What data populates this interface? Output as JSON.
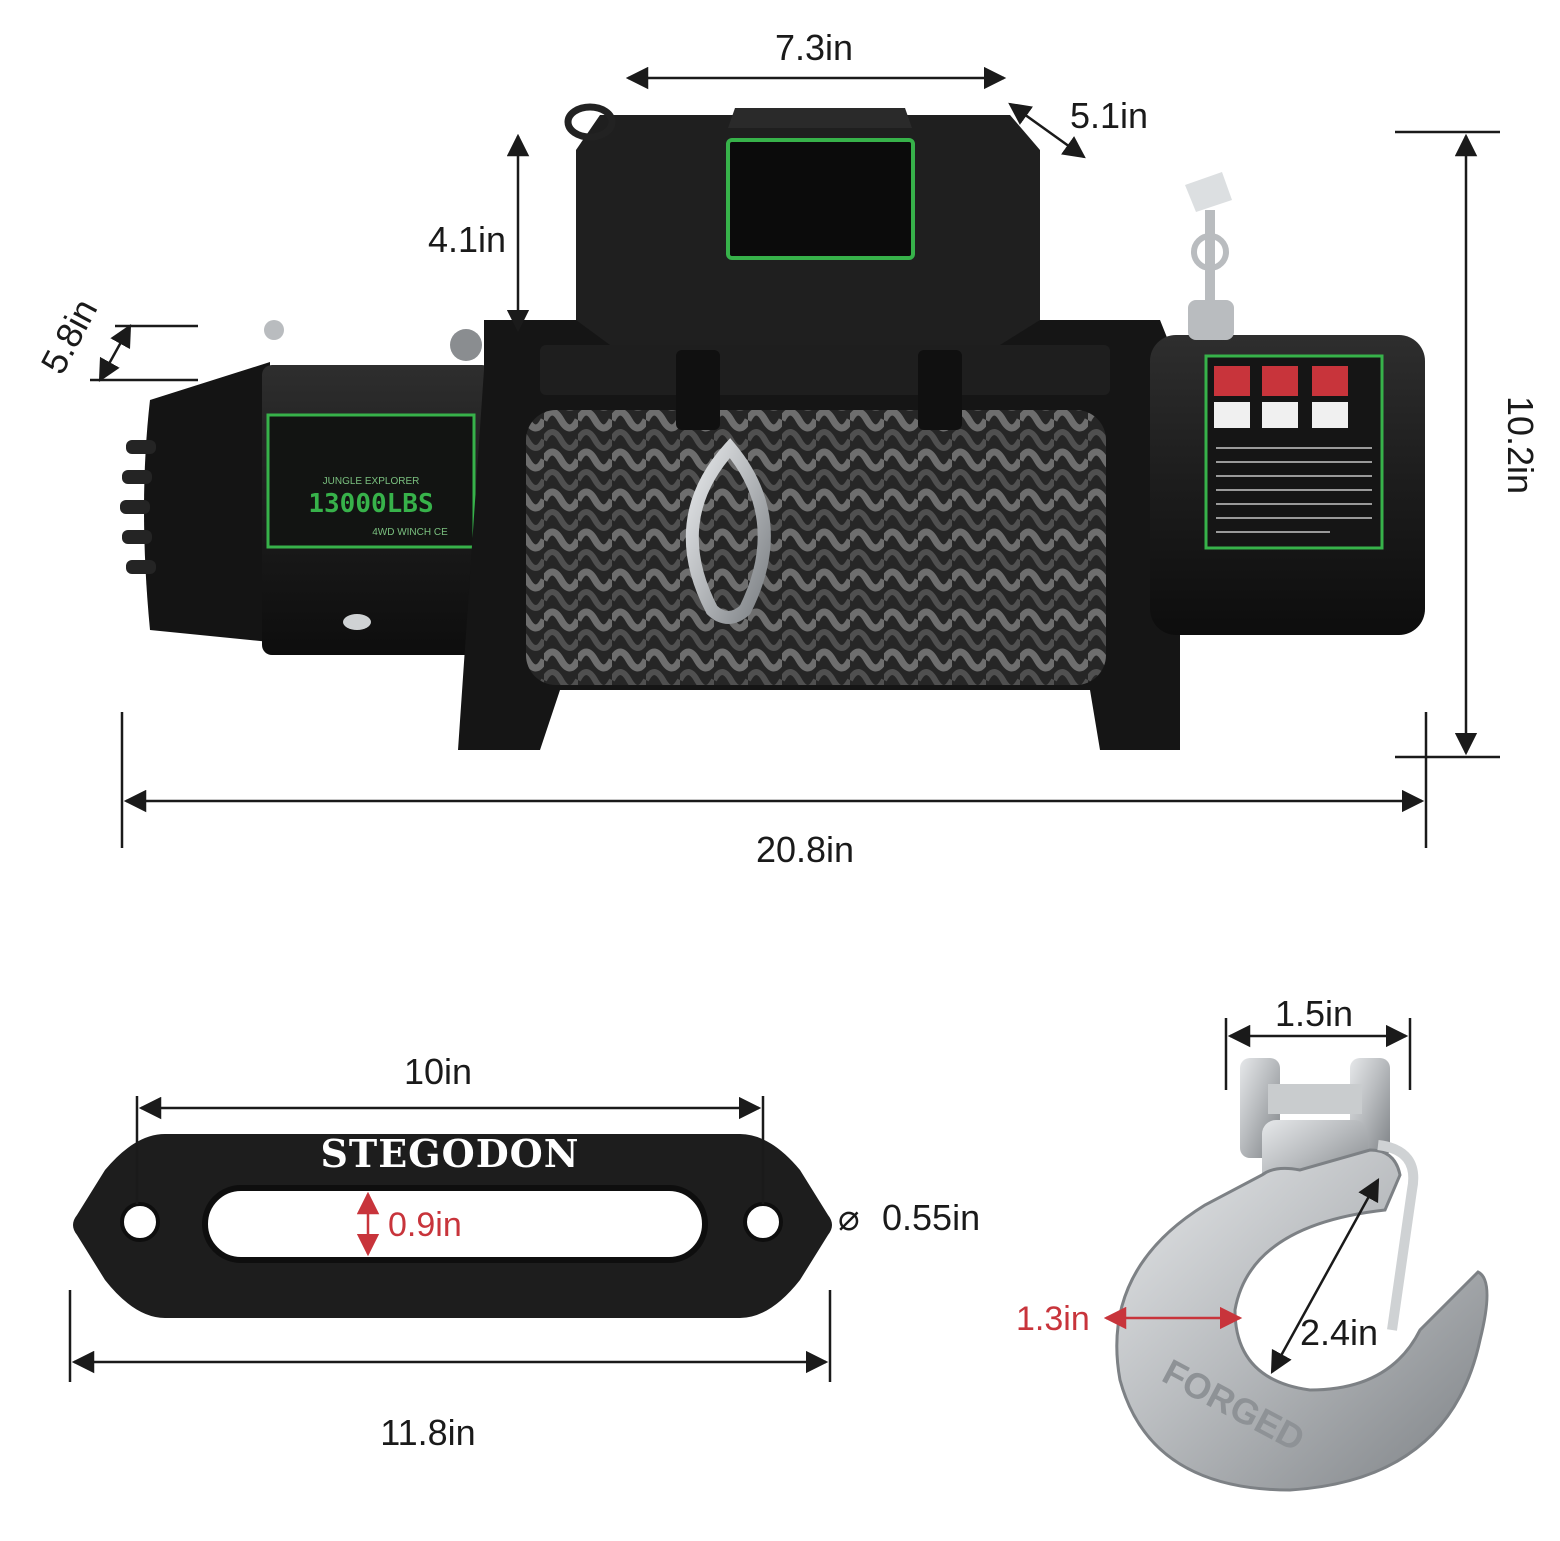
{
  "winch": {
    "label_model": "JUNGLE EXPLORER",
    "label_capacity": "13000LBS",
    "label_sub": "4WD WINCH  CE",
    "dimensions": {
      "top_width": "7.3in",
      "depth": "5.1in",
      "control_height": "4.1in",
      "drum_diameter": "5.8in",
      "total_height": "10.2in",
      "total_length": "20.8in"
    }
  },
  "fairlead": {
    "brand": "STEGODON",
    "dimensions": {
      "hole_spacing": "10in",
      "slot_height": "0.9in",
      "hole_diameter_symbol": "⌀",
      "hole_diameter": "0.55in",
      "total_length": "11.8in"
    }
  },
  "hook": {
    "stamp": "FORGED",
    "dimensions": {
      "clevis_width": "1.5in",
      "throat_thickness": "1.3in",
      "opening": "2.4in"
    }
  },
  "colors": {
    "body": "#1b1b1b",
    "accent_green": "#37b24a",
    "dimension_red": "#c8343b",
    "steel": "#b9bcbf"
  }
}
